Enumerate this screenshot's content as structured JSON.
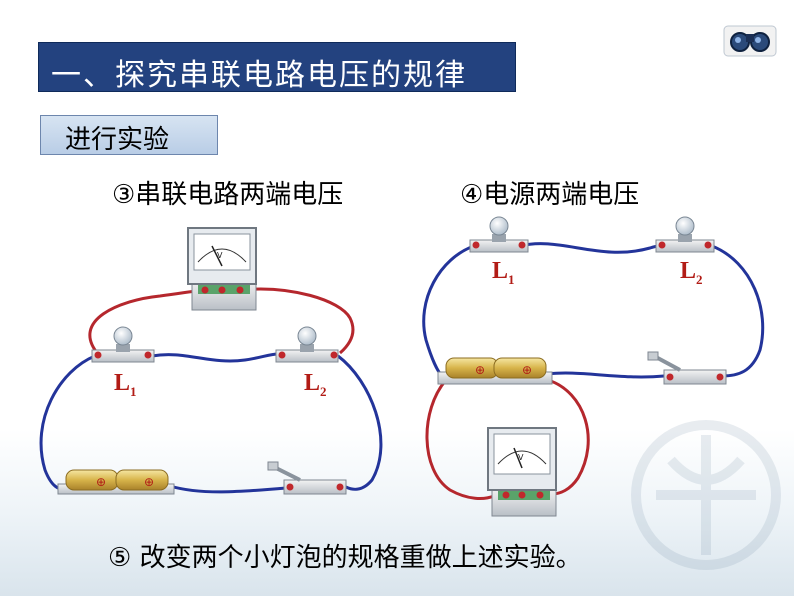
{
  "title": "一、探究串联电路电压的规律",
  "step_label": "进行实验",
  "caption_left": "③串联电路两端电压",
  "caption_right": "④电源两端电压",
  "bottom_text": "⑤ 改变两个小灯泡的规格重做上述实验。",
  "labels": {
    "l1_left": "L",
    "l1_left_sub": "1",
    "l2_left": "L",
    "l2_left_sub": "2",
    "l1_right": "L",
    "l1_right_sub": "1",
    "l2_right": "L",
    "l2_right_sub": "2"
  },
  "meter_symbol": "V",
  "battery_symbol": "⊕",
  "colors": {
    "title_bg": "#23427f",
    "step_bg": "#c3d5ea",
    "wire_blue": "#23349a",
    "wire_red": "#b5272d",
    "label_red": "#b21c16"
  },
  "icons": [
    "binoculars-icon",
    "watermark-logo-icon"
  ]
}
